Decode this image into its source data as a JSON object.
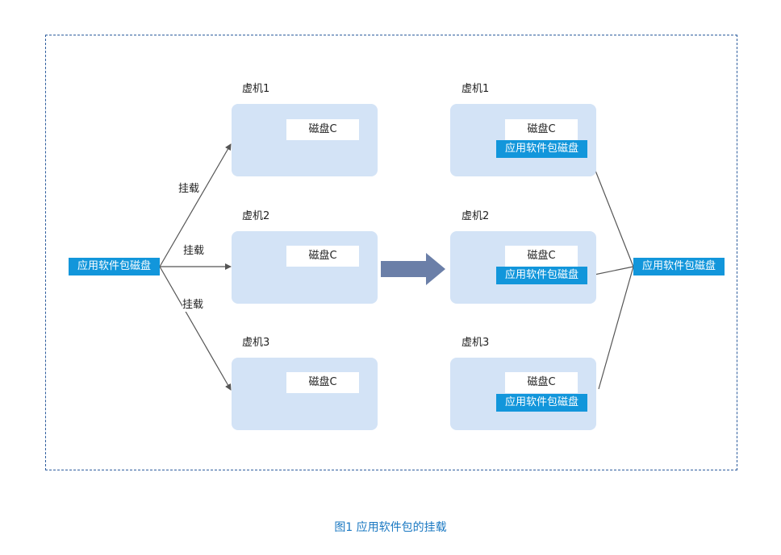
{
  "source_disk": {
    "label": "应用软件包磁盘"
  },
  "target_disk": {
    "label": "应用软件包磁盘"
  },
  "mount_labels": [
    "挂载",
    "挂载",
    "挂载"
  ],
  "left_vms": [
    {
      "name": "虚机1",
      "disk": "磁盘C"
    },
    {
      "name": "虚机2",
      "disk": "磁盘C"
    },
    {
      "name": "虚机3",
      "disk": "磁盘C"
    }
  ],
  "right_vms": [
    {
      "name": "虚机1",
      "disk": "磁盘C",
      "package_disk": "应用软件包磁盘"
    },
    {
      "name": "虚机2",
      "disk": "磁盘C",
      "package_disk": "应用软件包磁盘"
    },
    {
      "name": "虚机3",
      "disk": "磁盘C",
      "package_disk": "应用软件包磁盘"
    }
  ],
  "caption": "图1  应用软件包的挂载",
  "colors": {
    "vm_fill": "#d3e3f6",
    "package_disk": "#1296db",
    "transition_arrow": "#6b7fa8",
    "frame_border": "#2f5e9e",
    "caption": "#1a78c2"
  }
}
